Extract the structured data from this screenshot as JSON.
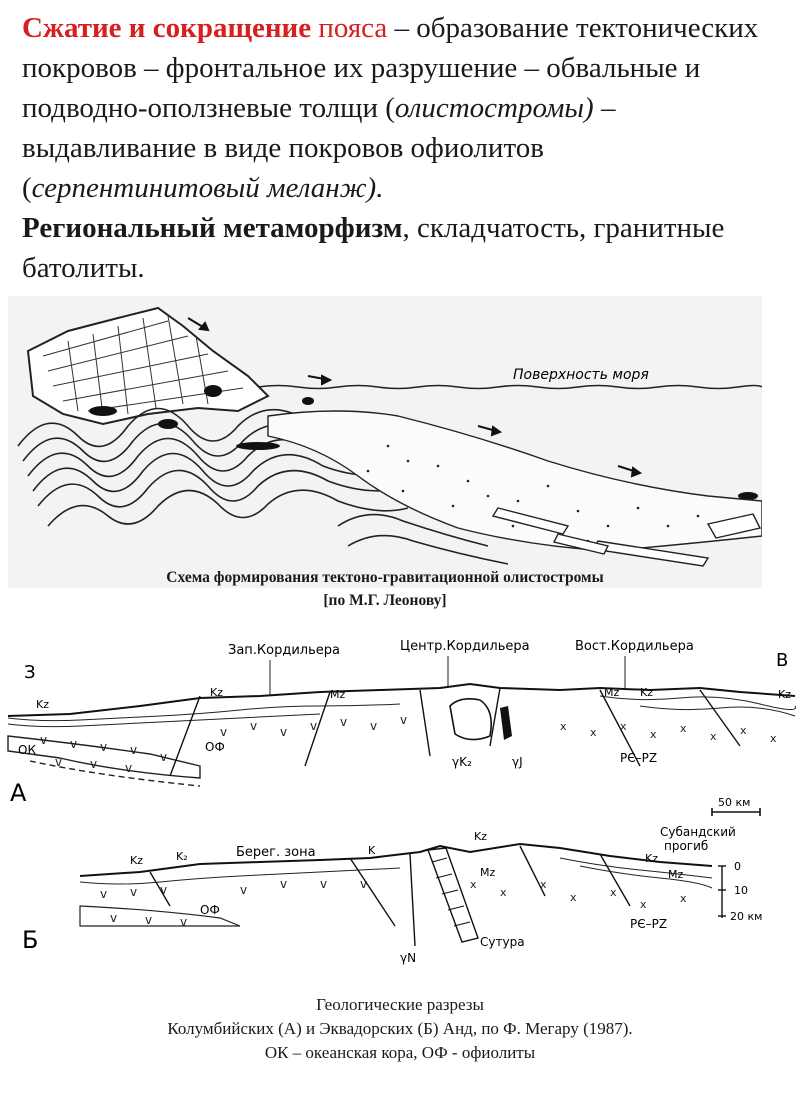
{
  "intro": {
    "t1": "Сжатие и сокращение",
    "t2": " пояса",
    "t3": " – образование тектонических покровов – фронтальное их разрушение – обвальные и подводно-оползневые толщи  (",
    "t4": "олистостромы)",
    "t5": " – выдавливание в виде покровов офиолитов (",
    "t6": "серпентинитовый меланж).",
    "t7": "Региональный метаморфизм",
    "t8": ", складчатость, гранитные батолиты."
  },
  "figure1": {
    "sea_label": "Поверхность моря",
    "caption_line1": "Схема формирования тектоно-гравитационной олистостромы",
    "caption_line2": "[по М.Г. Леонову]"
  },
  "figure2": {
    "section_a": {
      "letter": "А",
      "west": "З",
      "east": "В",
      "labels": {
        "west_cordillera": "Зап.Кордильера",
        "central_cordillera": "Центр.Кордильера",
        "east_cordillera": "Вост.Кордильера",
        "kz1": "Kz",
        "kz2": "Kz",
        "kz3": "Kz",
        "kz4": "Kz",
        "mz1": "Mz",
        "mz2": "Mz",
        "ok": "ОК",
        "of": "ОФ",
        "gkz": "γK₂",
        "gj": "γJ",
        "pe_pz": "PЄ–PZ"
      }
    },
    "scale": "50 км",
    "section_b": {
      "letter": "Б",
      "labels": {
        "kz1": "Kz",
        "k2": "K₂",
        "coast_zone": "Берег. зона",
        "k": "K",
        "kz2": "Kz",
        "mz1": "Mz",
        "subandean": "Субандский",
        "trough": "прогиб",
        "kz3": "Kz",
        "mz2": "Mz",
        "of": "ОФ",
        "suture": "Сутура",
        "gn": "γN",
        "pe_pz": "PЄ–PZ",
        "depth0": "0",
        "depth10": "10",
        "depth20": "20 км"
      }
    },
    "caption": {
      "line1": "Геологические разрезы",
      "line2": "Колумбийских (А) и Эквадорских (Б) Анд, по Ф. Мегару (1987).",
      "line3": "ОК – океанская кора, ОФ - офиолиты"
    }
  }
}
